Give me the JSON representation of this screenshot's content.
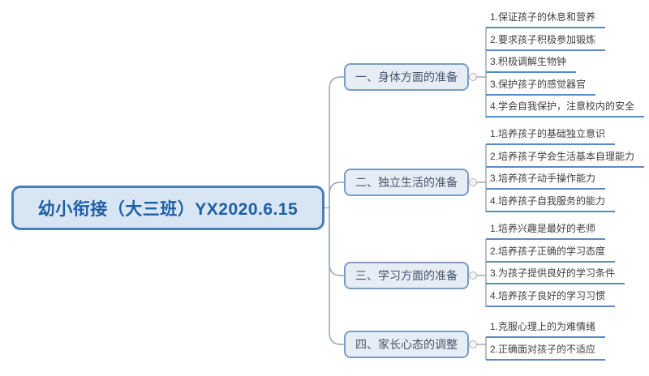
{
  "map": {
    "root": {
      "label": "幼小衔接（大三班）YX2020.6.15"
    },
    "branches": [
      {
        "label": "一、身体方面的准备",
        "children": [
          "1.保证孩子的休息和营养",
          "2.要求孩子积极参加锻炼",
          "3.积极调解生物钟",
          "3.保护孩子的感觉器官",
          "4.学会自我保护，注意校内的安全"
        ]
      },
      {
        "label": "二、独立生活的准备",
        "children": [
          "1.培养孩子的基础独立意识",
          "2.培养孩子学会生活基本自理能力",
          "3.培养孩子动手操作能力",
          "4.培养孩子自我服务的能力"
        ]
      },
      {
        "label": "三、学习方面的准备",
        "children": [
          "1.培养兴趣是最好的老师",
          "2.培养孩子正确的学习态度",
          "3.为孩子提供良好的学习条件",
          "4.培养孩子良好的学习习惯"
        ]
      },
      {
        "label": "四、家长心态的调整",
        "children": [
          "1.克服心理上的为难情绪",
          "2.正确面对孩子的不适应"
        ]
      }
    ],
    "colors": {
      "root_fill": "#d8e5f3",
      "root_border": "#4a7ebb",
      "root_text": "#1d5fa4",
      "branch_fill": "#e7edf5",
      "branch_border": "#7c9cc2",
      "branch_text": "#44536a",
      "leaf_underline": "#5a8ac5",
      "leaf_text": "#3f3f3f",
      "connector_line": "#94a2b3",
      "handle_fill": "#f4f4f4",
      "handle_border": "#b3b3b3"
    }
  }
}
